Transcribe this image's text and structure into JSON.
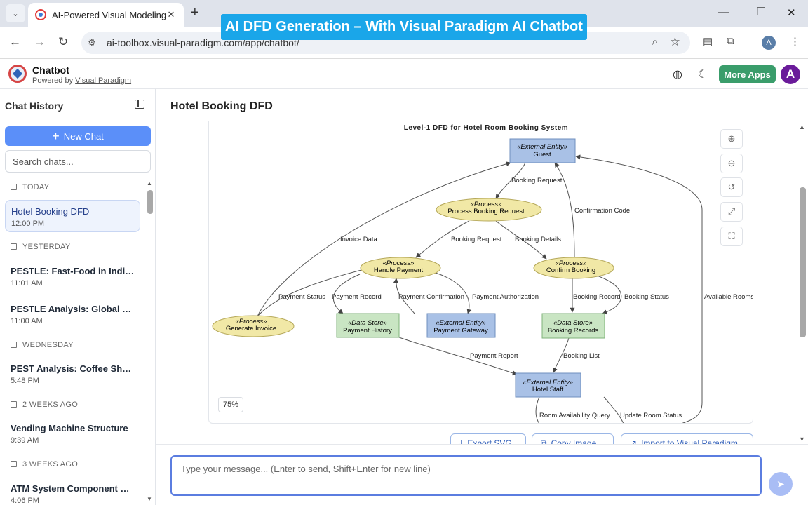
{
  "browser": {
    "tab_title": "AI-Powered Visual Modeling Ch",
    "url": "ai-toolbox.visual-paradigm.com/app/chatbot/",
    "profile_initial": "A"
  },
  "banner": {
    "text": "AI DFD Generation – With Visual Paradigm AI Chatbot"
  },
  "app": {
    "title": "Chatbot",
    "powered_by": "Powered by",
    "powered_link": "Visual Paradigm",
    "more_apps": "More Apps",
    "avatar_initial": "A"
  },
  "sidebar": {
    "title": "Chat History",
    "new_chat": "New Chat",
    "search_placeholder": "Search chats...",
    "groups": [
      {
        "label": "TODAY"
      },
      {
        "label": "YESTERDAY"
      },
      {
        "label": "WEDNESDAY"
      },
      {
        "label": "2 WEEKS AGO"
      },
      {
        "label": "3 WEEKS AGO"
      }
    ],
    "items": [
      {
        "title": "Hotel Booking DFD",
        "time": "12:00 PM"
      },
      {
        "title": "PESTLE: Fast-Food in India – ...",
        "time": "11:01 AM"
      },
      {
        "title": "PESTLE Analysis: Global EV In...",
        "time": "11:00 AM"
      },
      {
        "title": "PEST Analysis: Coffee Shop S...",
        "time": "5:48 PM"
      },
      {
        "title": "Vending Machine Structure",
        "time": "9:39 AM"
      },
      {
        "title": "ATM System Component Dia...",
        "time": "4:06 PM"
      }
    ]
  },
  "main": {
    "title": "Hotel Booking DFD",
    "zoom_level": "75%",
    "actions": {
      "export": "Export SVG",
      "copy": "Copy Image",
      "import": "Import to Visual Paradigm"
    },
    "composer_placeholder": "Type your message... (Enter to send, Shift+Enter for new line)"
  },
  "diagram": {
    "title": "Level-1 DFD for Hotel Room Booking System",
    "stereo_external": "«External Entity»",
    "stereo_process": "«Process»",
    "stereo_store": "«Data Store»",
    "nodes": {
      "guest": "Guest",
      "process_booking": "Process Booking Request",
      "handle_payment": "Handle Payment",
      "confirm_booking": "Confirm Booking",
      "generate_invoice": "Generate Invoice",
      "payment_history": "Payment History",
      "payment_gateway": "Payment Gateway",
      "booking_records": "Booking Records",
      "hotel_staff": "Hotel Staff"
    },
    "edges": {
      "booking_request_1": "Booking Request",
      "confirmation_code": "Confirmation Code",
      "invoice_data": "Invoice Data",
      "booking_request_2": "Booking Request",
      "booking_details": "Booking Details",
      "payment_status": "Payment Status",
      "payment_record": "Payment Record",
      "payment_confirmation": "Payment Confirmation",
      "payment_authorization": "Payment Authorization",
      "booking_record": "Booking Record",
      "booking_status": "Booking Status",
      "available_rooms": "Available Rooms",
      "payment_report": "Payment Report",
      "booking_list": "Booking List",
      "room_availability_query": "Room Availability Query",
      "update_room_status": "Update Room Status"
    },
    "colors": {
      "external": "#a9c1e6",
      "process": "#f1e8a6",
      "store": "#c9e5c3"
    }
  }
}
